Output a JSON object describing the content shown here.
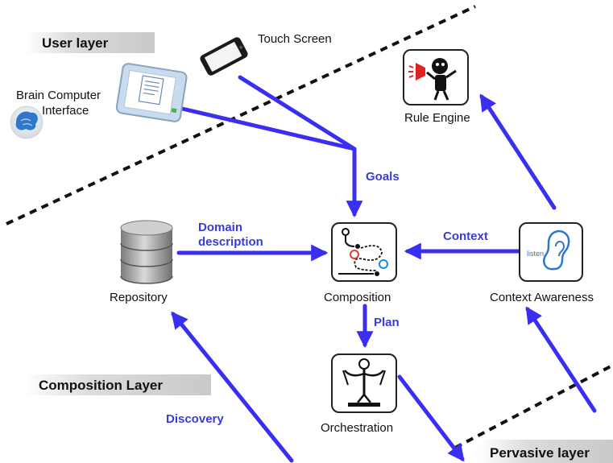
{
  "layers": {
    "user": "User layer",
    "composition": "Composition Layer",
    "pervasive": "Pervasive layer"
  },
  "nodes": {
    "touch_screen": "Touch Screen",
    "bci_line1": "Brain Computer",
    "bci_line2": "Interface",
    "rule_engine": "Rule Engine",
    "repository": "Repository",
    "composition": "Composition",
    "context_awareness": "Context Awareness",
    "orchestration": "Orchestration",
    "listen": "listen"
  },
  "edges": {
    "goals": "Goals",
    "domain_line1": "Domain",
    "domain_line2": "description",
    "context": "Context",
    "plan": "Plan",
    "discovery": "Discovery"
  },
  "colors": {
    "arrow": "#3a2ff0",
    "edge_label": "#3b3bd9",
    "layer_box": "#d6d6d6"
  }
}
